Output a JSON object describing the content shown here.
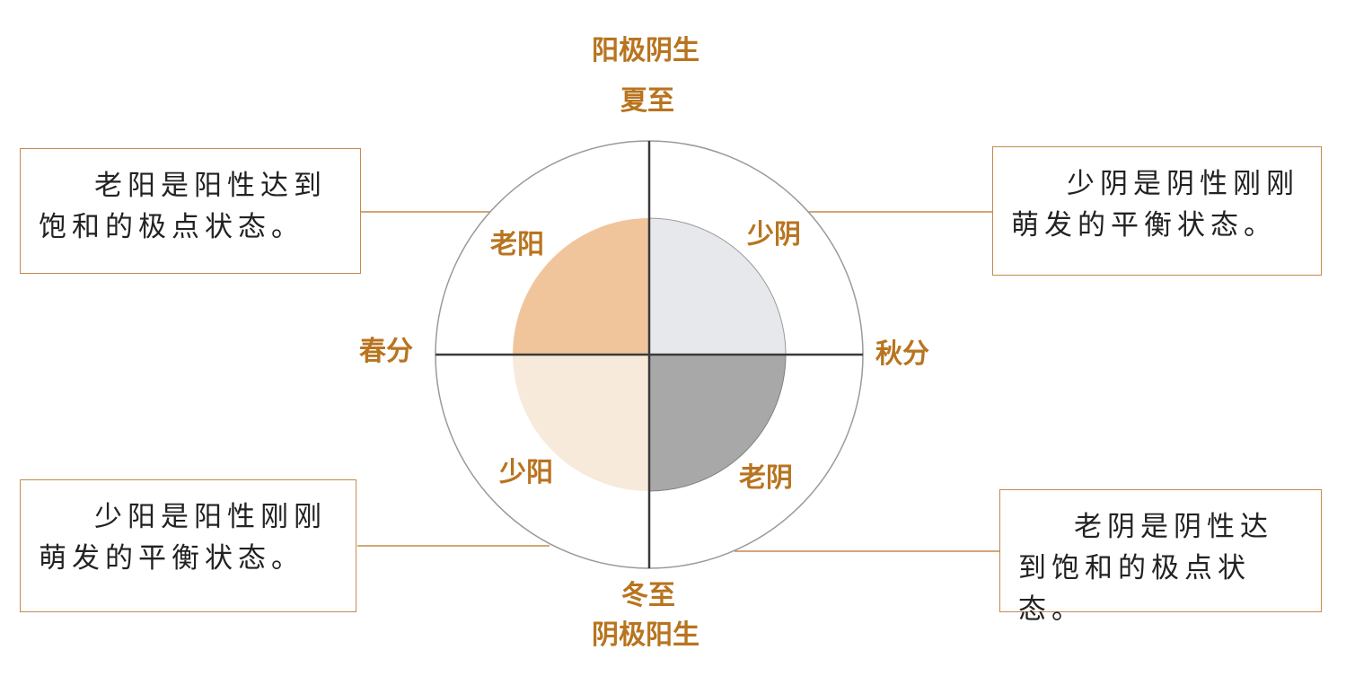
{
  "colors": {
    "accent": "#b8741f",
    "line": "#c48a4e",
    "old_yang": "#f0c59c",
    "young_yang": "#f7eadb",
    "young_yin": "#e7e8ec",
    "old_yin": "#a8a8a8"
  },
  "top_labels": {
    "line1": "阳极阴生",
    "line2": "夏至"
  },
  "bottom_labels": {
    "line1": "冬至",
    "line2": "阴极阳生"
  },
  "left_label": "春分",
  "right_label": "秋分",
  "quadrants": {
    "top_left": "老阳",
    "top_right": "少阴",
    "bottom_left": "少阳",
    "bottom_right": "老阴"
  },
  "notes": {
    "top_left": "老阳是阳性达到饱和的极点状态。",
    "top_right": "少阴是阴性刚刚萌发的平衡状态。",
    "bottom_left": "少阳是阳性刚刚萌发的平衡状态。",
    "bottom_right": "老阴是阴性达到饱和的极点状态。"
  }
}
